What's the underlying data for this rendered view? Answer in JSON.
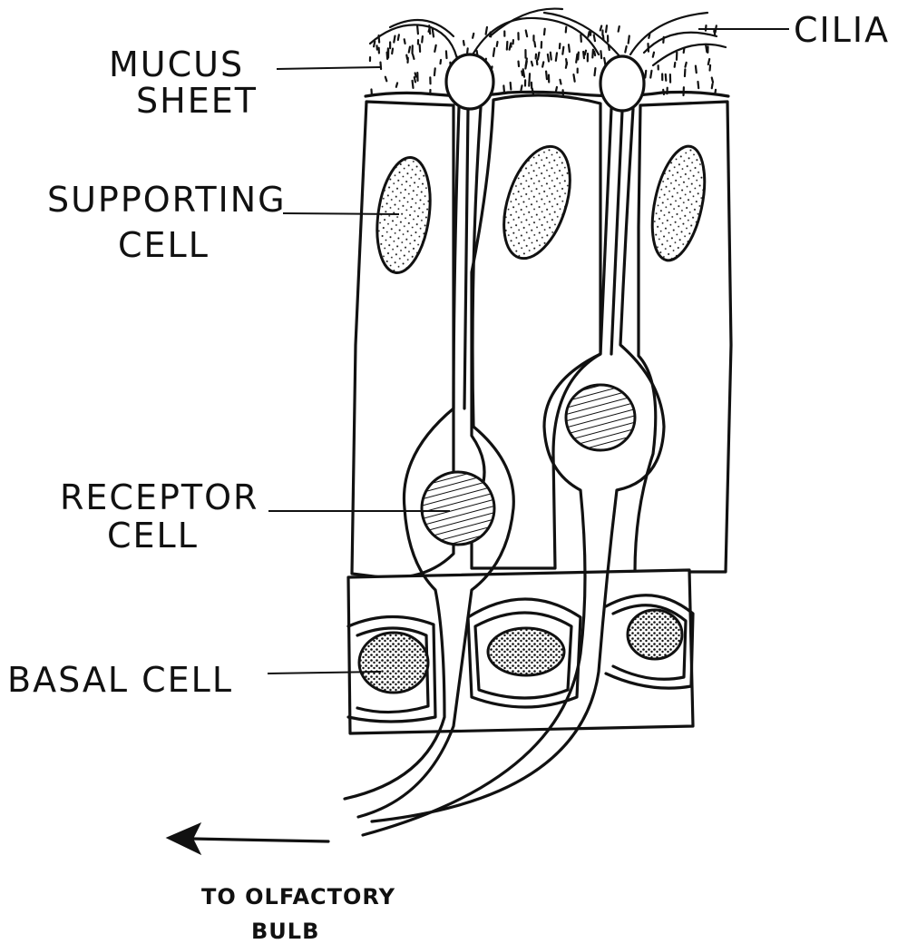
{
  "labels": {
    "cilia": "CILIA",
    "mucus_line1": "MUCUS",
    "mucus_line2": "SHEET",
    "supporting_line1": "SUPPORTING",
    "supporting_line2": "CELL",
    "receptor_line1": "RECEPTOR",
    "receptor_line2": "CELL",
    "basal": "BASAL CELL",
    "bulb_line1": "TO OLFACTORY",
    "bulb_line2": "BULB"
  },
  "colors": {
    "ink": "#111111",
    "background": "#ffffff"
  }
}
